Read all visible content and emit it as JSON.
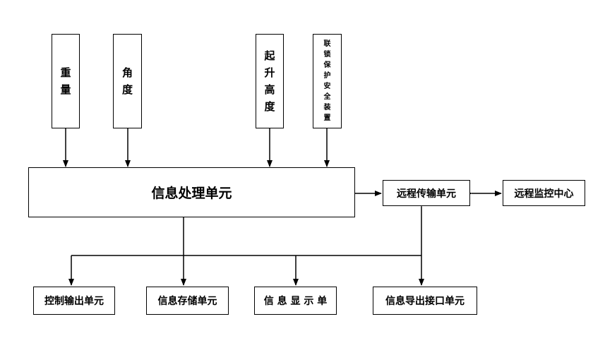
{
  "sensors": {
    "weight": {
      "label": "重量",
      "chars": [
        "重",
        "量"
      ]
    },
    "angle": {
      "label": "角度",
      "chars": [
        "角",
        "度"
      ]
    },
    "lift_height": {
      "label": "起升高度",
      "chars": [
        "起",
        "升",
        "高",
        "度"
      ]
    },
    "interlock": {
      "label": "联锁保护安全装置",
      "chars": [
        "联",
        "锁",
        "保",
        "护",
        "安",
        "全",
        "装",
        "置"
      ]
    }
  },
  "processor": {
    "label": "信息处理单元"
  },
  "remote_transmission": {
    "label": "远程传输单元"
  },
  "remote_monitoring": {
    "label": "远程监控中心"
  },
  "outputs": {
    "control": {
      "label": "控制输出单元"
    },
    "storage": {
      "label": "信息存储单元"
    },
    "display": {
      "label": "信 息 显 示 单"
    },
    "export": {
      "label": "信息导出接口单元"
    }
  }
}
